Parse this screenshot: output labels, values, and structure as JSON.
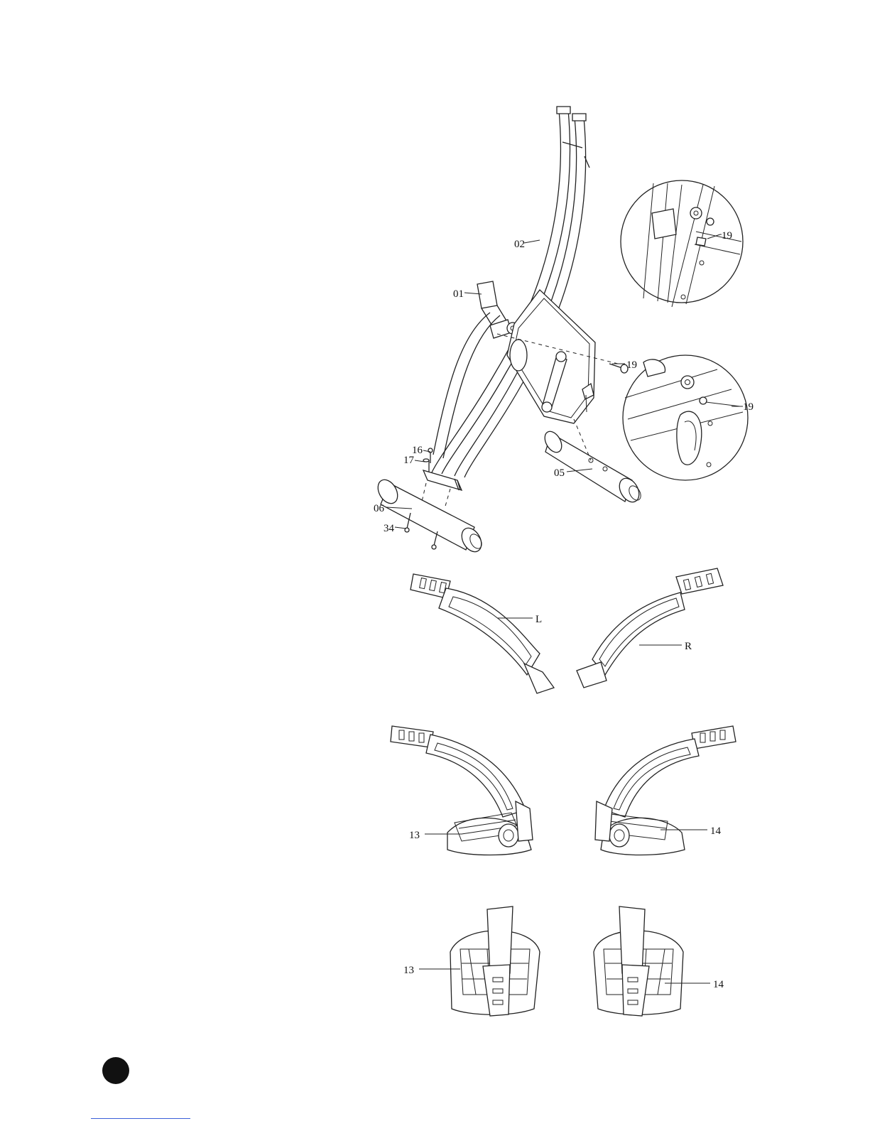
{
  "parts": {
    "frame_main": "02",
    "seat_post": "01",
    "flywheel_pin_top": "19",
    "flywheel_pin_mid": "19",
    "flywheel_pin_detail": "19",
    "rear_stabilizer": "05",
    "front_stabilizer": "06",
    "bolt": "16",
    "washer": "17",
    "screw": "34"
  },
  "straps": {
    "left": "L",
    "right": "R"
  },
  "pedals": {
    "left_side": "13",
    "right_side": "14",
    "left_front": "13",
    "right_front": "14"
  },
  "colors": {
    "line": "#222222",
    "badge": "#111111",
    "footer_link": "#3a5fd9"
  }
}
